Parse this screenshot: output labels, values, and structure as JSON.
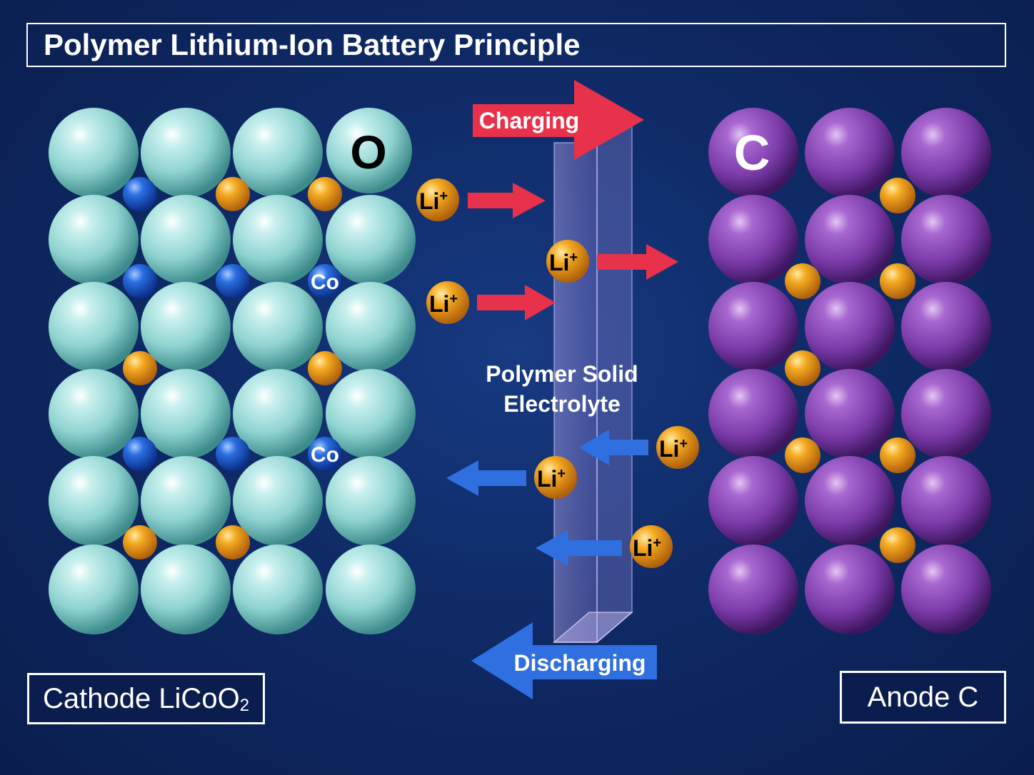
{
  "title": "Polymer Lithium-Ion Battery Principle",
  "cathode": {
    "label_main": "Cathode LiCoO",
    "label_subscript": "2",
    "oxygen_symbol": "O",
    "cobalt_symbol": "Co"
  },
  "anode": {
    "label": "Anode C",
    "carbon_symbol": "C"
  },
  "electrolyte": {
    "line1": "Polymer Solid",
    "line2": "Electrolyte"
  },
  "charging_label": "Charging",
  "discharging_label": "Discharging",
  "li_ion_label": "Li",
  "li_ion_charge": "+",
  "colors": {
    "oxygen": "#8ed3d0",
    "cobalt": "#1f5fd0",
    "lithium": "#f0a020",
    "carbon": "#7a3aa8",
    "charging": "#e8314a",
    "discharging": "#2f6fe0"
  }
}
